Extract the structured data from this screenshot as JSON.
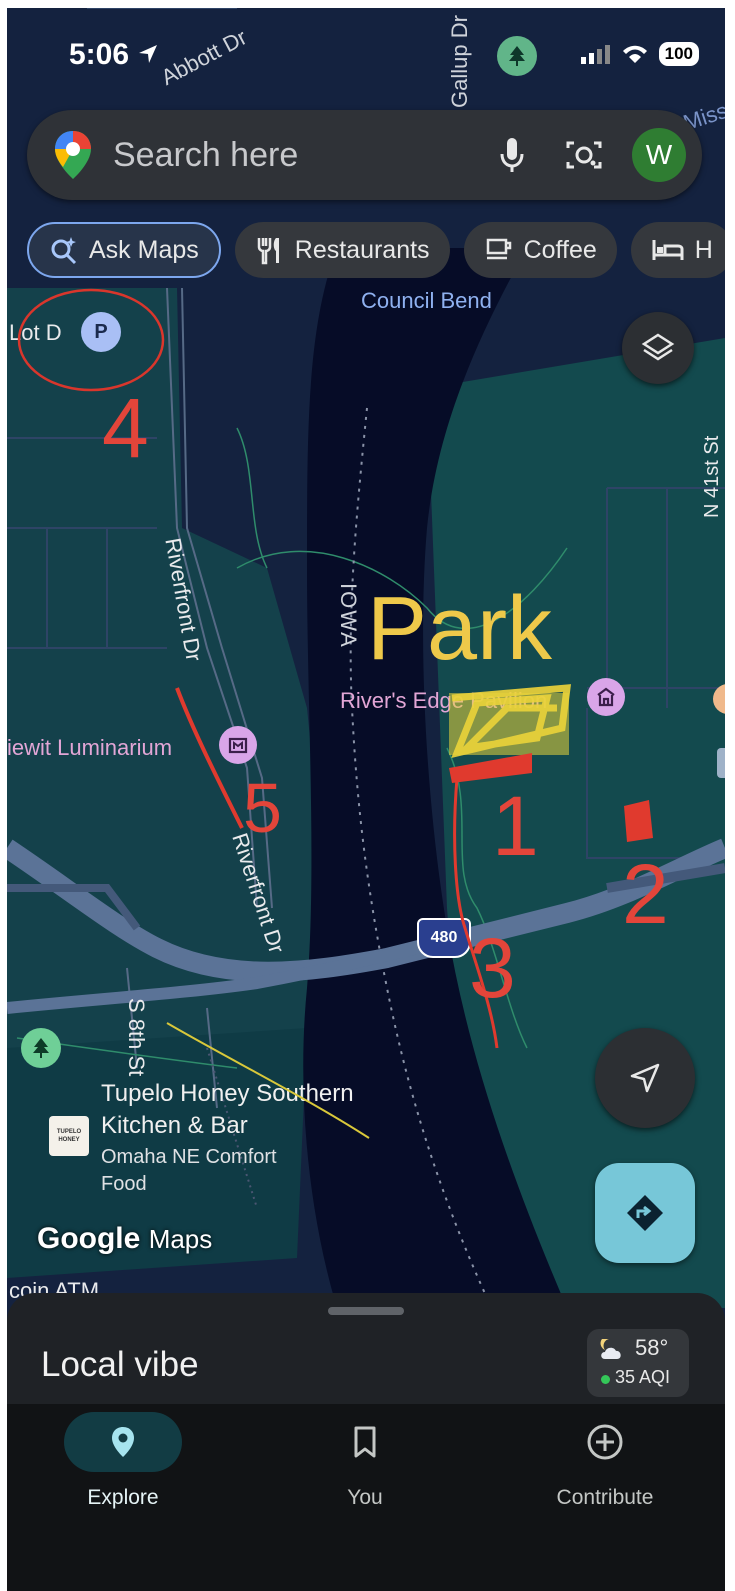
{
  "status_bar": {
    "time": "5:06",
    "battery": "100"
  },
  "search": {
    "placeholder": "Search here",
    "avatar_initial": "W"
  },
  "chips": [
    {
      "label": "Ask Maps"
    },
    {
      "label": "Restaurants"
    },
    {
      "label": "Coffee"
    },
    {
      "label": "H"
    }
  ],
  "map_labels": {
    "abbott": "Abbott Dr",
    "gallup": "Gallup Dr",
    "miss": "Miss",
    "council_bend": "Council Bend",
    "lot_d": "Lot D",
    "parking": "P",
    "riverfront_1": "Riverfront Dr",
    "riverfront_2": "Riverfront Dr",
    "iowa": "IOWA",
    "n41": "N 41st St",
    "rivers_edge": "River's Edge Pavilion",
    "kiewit": "iewit Luminarium",
    "s8th": "S 8th St",
    "interstate": "480",
    "tupelo_name": "Tupelo Honey Southern Kitchen & Bar",
    "tupelo_name_line1": "Tupelo Honey Southern",
    "tupelo_name_line2": "Kitchen & Bar",
    "tupelo_sub_line1": "Omaha NE Comfort",
    "tupelo_sub_line2": "Food",
    "tupelo_logo": "TUPELO HONEY",
    "coin_atm": "coin ATM"
  },
  "annotations": {
    "park": "Park",
    "n1": "1",
    "n2": "2",
    "n3": "3",
    "n4": "4",
    "n5": "5"
  },
  "watermark": {
    "google": "Google",
    "maps": "Maps"
  },
  "sheet": {
    "title": "Local vibe",
    "temperature": "58°",
    "aqi": "35 AQI"
  },
  "nav": [
    {
      "label": "Explore"
    },
    {
      "label": "You"
    },
    {
      "label": "Contribute"
    }
  ],
  "colors": {
    "map_bg": "#0e1a33",
    "park_green": "#124a4d",
    "river": "#050b24",
    "accent": "#77c7d8",
    "annotation_red": "#e3453a",
    "annotation_yellow": "#f0d43a"
  }
}
